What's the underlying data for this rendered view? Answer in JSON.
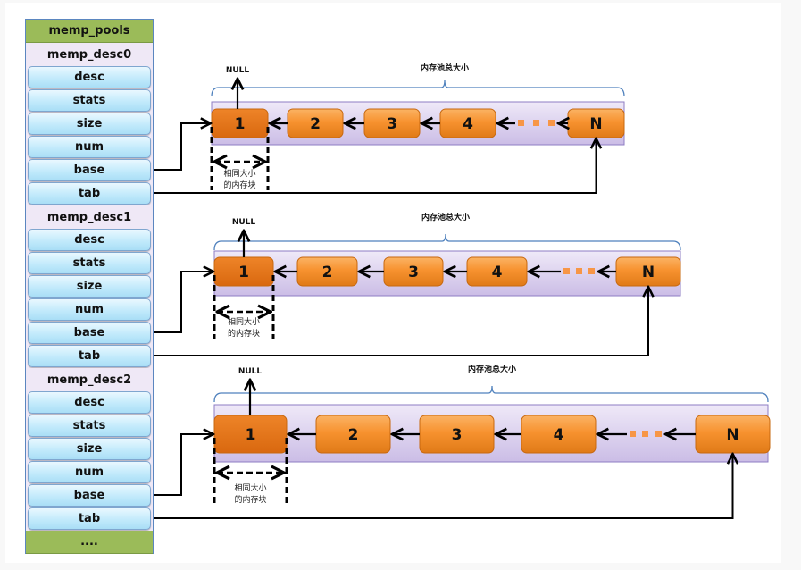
{
  "pools_header": "memp_pools",
  "footer": "....",
  "descriptors": [
    {
      "name": "memp_desc0",
      "fields": [
        "desc",
        "stats",
        "size",
        "num",
        "base",
        "tab"
      ]
    },
    {
      "name": "memp_desc1",
      "fields": [
        "desc",
        "stats",
        "size",
        "num",
        "base",
        "tab"
      ]
    },
    {
      "name": "memp_desc2",
      "fields": [
        "desc",
        "stats",
        "size",
        "num",
        "base",
        "tab"
      ]
    }
  ],
  "pools": [
    {
      "total_label": "内存池总大小",
      "null_label": "NULL",
      "nodes": [
        "1",
        "2",
        "3",
        "4",
        "N"
      ],
      "block_label_line1": "相同大小",
      "block_label_line2": "的内存块"
    },
    {
      "total_label": "内存池总大小",
      "null_label": "NULL",
      "nodes": [
        "1",
        "2",
        "3",
        "4",
        "N"
      ],
      "block_label_line1": "相同大小",
      "block_label_line2": "的内存块"
    },
    {
      "total_label": "内存池总大小",
      "null_label": "NULL",
      "nodes": [
        "1",
        "2",
        "3",
        "4",
        "N"
      ],
      "block_label_line1": "相同大小",
      "block_label_line2": "的内存块"
    }
  ],
  "colors": {
    "header_green": "#9bbb59",
    "field_blue": "#bfe9fb",
    "node_orange": "#f79232",
    "first_node_orange": "#e8741a",
    "band_purple": "#e4dcf2",
    "bracket_blue": "#4f81bd"
  }
}
